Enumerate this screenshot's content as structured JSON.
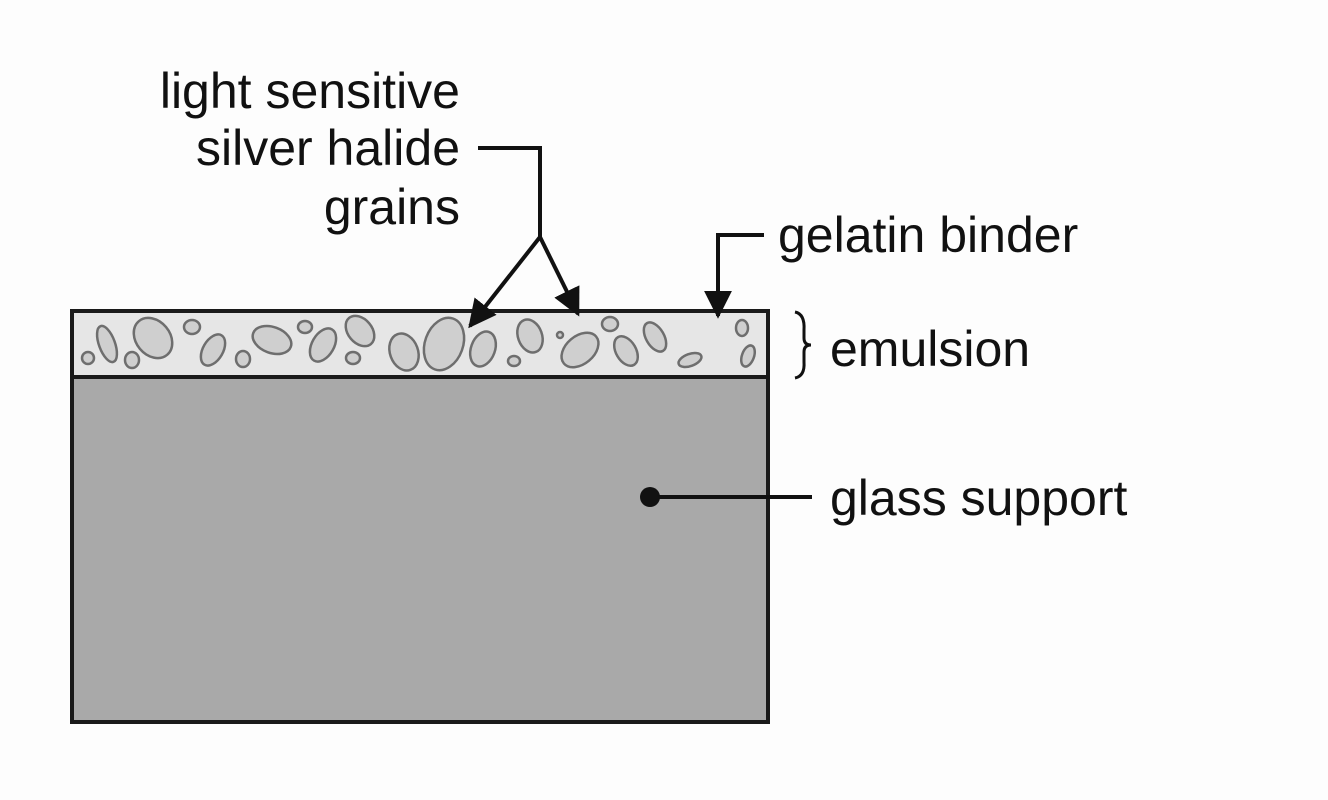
{
  "title_lines": [
    "light sensitive",
    "silver halide",
    "grains"
  ],
  "labels": {
    "gelatin": "gelatin binder",
    "emulsion": "emulsion",
    "glass": "glass support"
  },
  "colors": {
    "emulsion_fill": "#e4e4e4",
    "grain_fill": "#cfcfcf",
    "grain_stroke": "#6e6e6e",
    "glass_fill": "#a9a9a9",
    "outline": "#1a1a1a"
  }
}
